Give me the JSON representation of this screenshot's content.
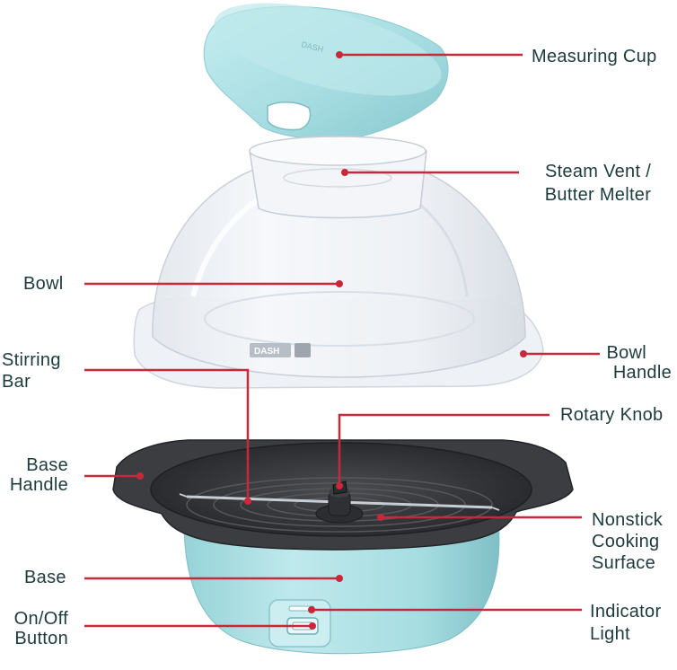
{
  "brand": "DASH",
  "colors": {
    "leader_line": "#c8283a",
    "label_text": "#1d3b3d",
    "aqua": "#a9dfe3",
    "charcoal": "#3a3c40"
  },
  "callouts": [
    {
      "id": "measuring-cup",
      "lines": [
        "Measuring Cup"
      ]
    },
    {
      "id": "steam-vent",
      "lines": [
        "Steam Vent /",
        "Butter Melter"
      ]
    },
    {
      "id": "bowl",
      "lines": [
        "Bowl"
      ]
    },
    {
      "id": "bowl-handle",
      "lines": [
        "Bowl",
        "Handle"
      ]
    },
    {
      "id": "stirring-bar",
      "lines": [
        "Stirring",
        "Bar"
      ]
    },
    {
      "id": "rotary-knob",
      "lines": [
        "Rotary Knob"
      ]
    },
    {
      "id": "base-handle",
      "lines": [
        "Base",
        "Handle"
      ]
    },
    {
      "id": "nonstick",
      "lines": [
        "Nonstick",
        "Cooking",
        "Surface"
      ]
    },
    {
      "id": "base",
      "lines": [
        "Base"
      ]
    },
    {
      "id": "on-off",
      "lines": [
        "On/Off",
        "Button"
      ]
    },
    {
      "id": "indicator",
      "lines": [
        "Indicator",
        "Light"
      ]
    }
  ]
}
